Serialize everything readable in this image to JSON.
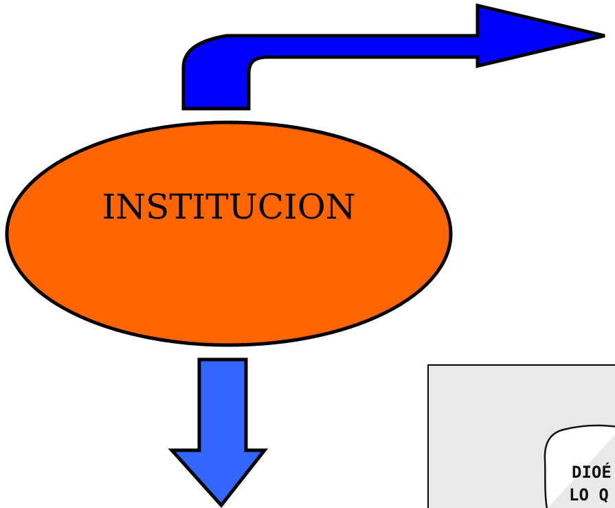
{
  "diagram": {
    "node": {
      "label": "INSTITUCION",
      "fill_color": "#ff6600",
      "stroke_color": "#000000"
    },
    "arrow_right": {
      "fill_color": "#0000ff",
      "stroke_color": "#000000"
    },
    "arrow_down": {
      "fill_color": "#3366ff",
      "stroke_color": "#000000"
    },
    "cartoon": {
      "background_color": "#e9e9e9",
      "lines": [
        "DIOÉ",
        "LO Q"
      ]
    }
  }
}
